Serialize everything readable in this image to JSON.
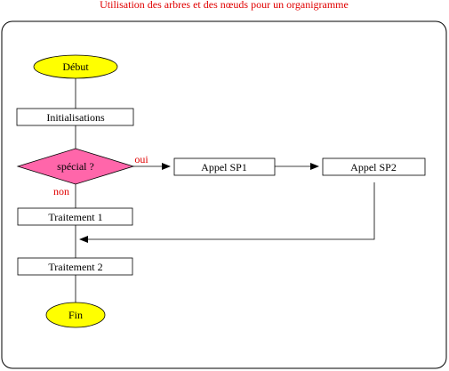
{
  "title": "Utilisation des arbres et des nœuds pour un organigramme",
  "nodes": {
    "debut": "Début",
    "initialisations": "Initialisations",
    "special": "spécial ?",
    "appel_sp1": "Appel SP1",
    "appel_sp2": "Appel SP2",
    "traitement1": "Traitement 1",
    "traitement2": "Traitement 2",
    "fin": "Fin"
  },
  "edge_labels": {
    "oui": "oui",
    "non": "non"
  },
  "colors": {
    "title": "#e00000",
    "terminal_fill": "#ffff00",
    "decision_fill": "#ff66aa",
    "process_fill": "#ffffff",
    "edge_label": "#e00000",
    "stroke": "#000000"
  }
}
